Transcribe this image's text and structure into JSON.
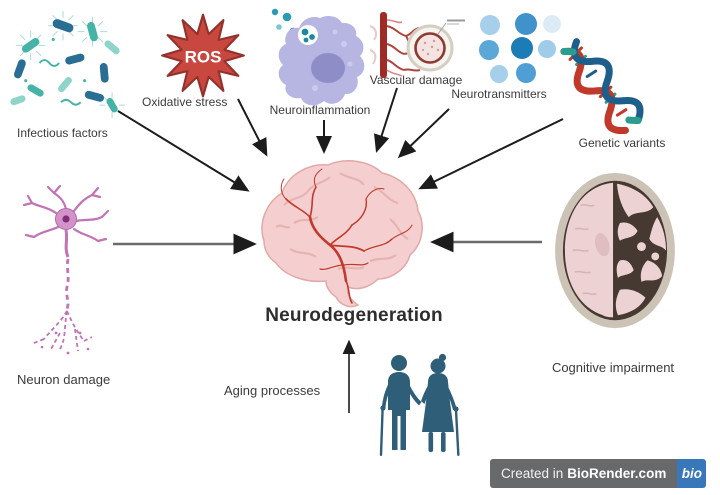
{
  "title": "Neurodegeneration",
  "factors": {
    "infectious": {
      "label": "Infectious factors"
    },
    "oxidative": {
      "label": "Oxidative stress",
      "badge": "ROS"
    },
    "neuroinflammation": {
      "label": "Neuroinflammation"
    },
    "vascular": {
      "label": "Vascular damage"
    },
    "neurotransmitters": {
      "label": "Neurotransmitters"
    },
    "genetic": {
      "label": "Genetic variants"
    },
    "neuron": {
      "label": "Neuron damage"
    },
    "cognitive": {
      "label": "Cognitive impairment"
    },
    "aging": {
      "label": "Aging processes"
    }
  },
  "footer": {
    "credit_text": "Created in",
    "brand": "BioRender.com",
    "logo_text": "bio"
  },
  "colors": {
    "arrow_black": "#1c1c1c",
    "arrow_gray": "#6b6b6b",
    "ros_red": "#c8473f",
    "bacteria_teal": "#45b3a8",
    "bacteria_blue": "#2a6f93",
    "cell_purple": "#b7b5e2",
    "vessel_red": "#9e2b25",
    "neurotransmitter_blue": "#1c7cb5",
    "dna_red": "#c0392b",
    "dna_blue": "#1d5f8a",
    "brain_pink": "#f5cfcf",
    "neuron_magenta": "#c173b5",
    "scan_rim": "#ccc3b6",
    "scan_dark": "#463931",
    "couple_teal": "#2e5e78",
    "badge_gray": "#67696b",
    "badge_blue": "#3878ba"
  }
}
